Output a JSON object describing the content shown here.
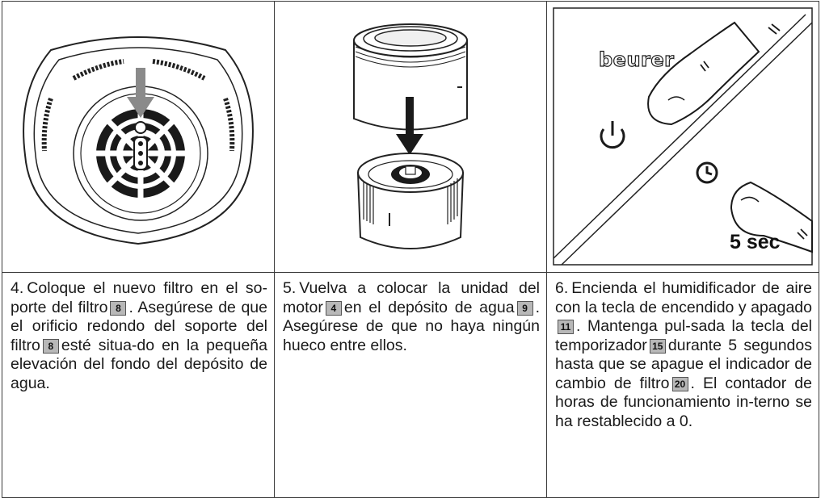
{
  "steps": [
    {
      "number": "4.",
      "text_a": "Coloque el nuevo filtro en el so-porte del filtro",
      "ref_a": "8",
      "text_b": ". Asegúrese de que el orificio redondo del soporte del filtro",
      "ref_b": "8",
      "text_c": "esté situa-do en la pequeña elevación del fondo del depósito de agua."
    },
    {
      "number": "5.",
      "text_a": "Vuelva a colocar la unidad del motor",
      "ref_a": "4",
      "text_b": "en el depósito de agua",
      "ref_b": "9",
      "text_c": ". Asegúrese de que no haya ningún hueco entre ellos."
    },
    {
      "number": "6.",
      "text_a": "Encienda el humidificador de aire con la tecla de encendido y apagado",
      "ref_a": "11",
      "text_b": ". Mantenga pul-sada la tecla del temporizador",
      "ref_b": "15",
      "text_c": "durante 5 segundos hasta que se apague el indicador de cambio de filtro",
      "ref_c": "20",
      "text_d": ". El contador de horas de funcionamiento in-terno se ha restablecido a 0."
    }
  ],
  "illustration": {
    "brand": "beurer",
    "hold_label": "5 sec",
    "icons": [
      "power-icon",
      "timer-icon"
    ]
  }
}
